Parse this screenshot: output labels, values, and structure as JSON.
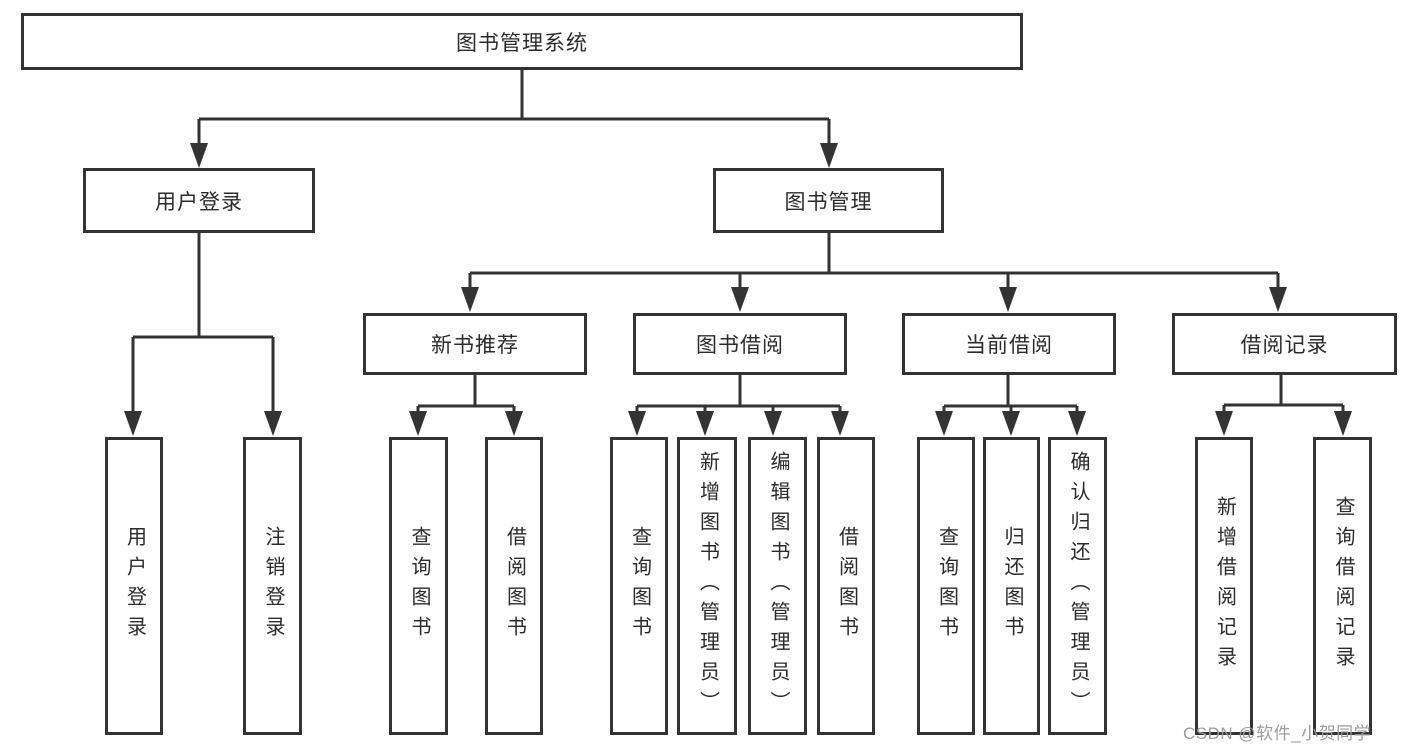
{
  "root": {
    "label": "图书管理系统"
  },
  "branches": [
    {
      "label": "用户登录",
      "children": [
        {
          "label": "用户登录"
        },
        {
          "label": "注销登录"
        }
      ]
    },
    {
      "label": "图书管理",
      "children": [
        {
          "label": "新书推荐",
          "children": [
            {
              "label": "查询图书"
            },
            {
              "label": "借阅图书"
            }
          ]
        },
        {
          "label": "图书借阅",
          "children": [
            {
              "label": "查询图书"
            },
            {
              "label": "新增图书（管理员）"
            },
            {
              "label": "编辑图书（管理员）"
            },
            {
              "label": "借阅图书"
            }
          ]
        },
        {
          "label": "当前借阅",
          "children": [
            {
              "label": "查询图书"
            },
            {
              "label": "归还图书"
            },
            {
              "label": "确认归还（管理员）"
            }
          ]
        },
        {
          "label": "借阅记录",
          "children": [
            {
              "label": "新增借阅记录"
            },
            {
              "label": "查询借阅记录"
            }
          ]
        }
      ]
    }
  ],
  "watermark": {
    "text": "CSDN @软件_小贺同学"
  },
  "colors": {
    "line": "#333333",
    "text": "#2b2b2b",
    "background": "#ffffff",
    "watermark": "#9c9c9c"
  }
}
